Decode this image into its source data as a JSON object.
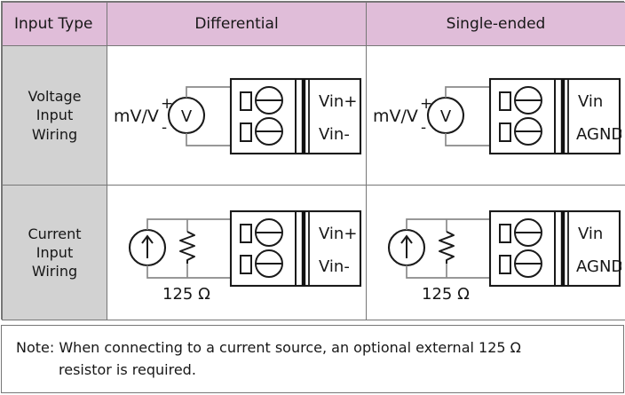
{
  "table": {
    "header": {
      "input_type": "Input Type",
      "differential": "Differential",
      "single_ended": "Single-ended"
    },
    "rows": [
      {
        "label_lines": [
          "Voltage",
          "Input",
          "Wiring"
        ],
        "label": "Voltage Input Wiring",
        "source_type": "voltage",
        "differential": {
          "source_label": "mV/V",
          "polarity_plus": "+",
          "polarity_minus": "-",
          "source_symbol": "V",
          "terminal_labels": [
            "Vin+",
            "Vin-"
          ]
        },
        "single_ended": {
          "source_label": "mV/V",
          "polarity_plus": "+",
          "polarity_minus": "-",
          "source_symbol": "V",
          "terminal_labels": [
            "Vin",
            "AGND"
          ]
        }
      },
      {
        "label_lines": [
          "Current",
          "Input",
          "Wiring"
        ],
        "label": "Current Input Wiring",
        "source_type": "current",
        "differential": {
          "resistor_label": "125 Ω",
          "terminal_labels": [
            "Vin+",
            "Vin-"
          ]
        },
        "single_ended": {
          "resistor_label": "125 Ω",
          "terminal_labels": [
            "Vin",
            "AGND"
          ]
        }
      }
    ]
  },
  "note": {
    "line1": "Note: When connecting to a current source, an optional external 125 Ω",
    "line2": "resistor is required."
  },
  "colors": {
    "header_background": "#e0bdd9",
    "row_label_background": "#d2d2d2",
    "border": "#777777",
    "text": "#171717",
    "wire": "#8a8a8a",
    "outline": "#1a1a1a"
  }
}
